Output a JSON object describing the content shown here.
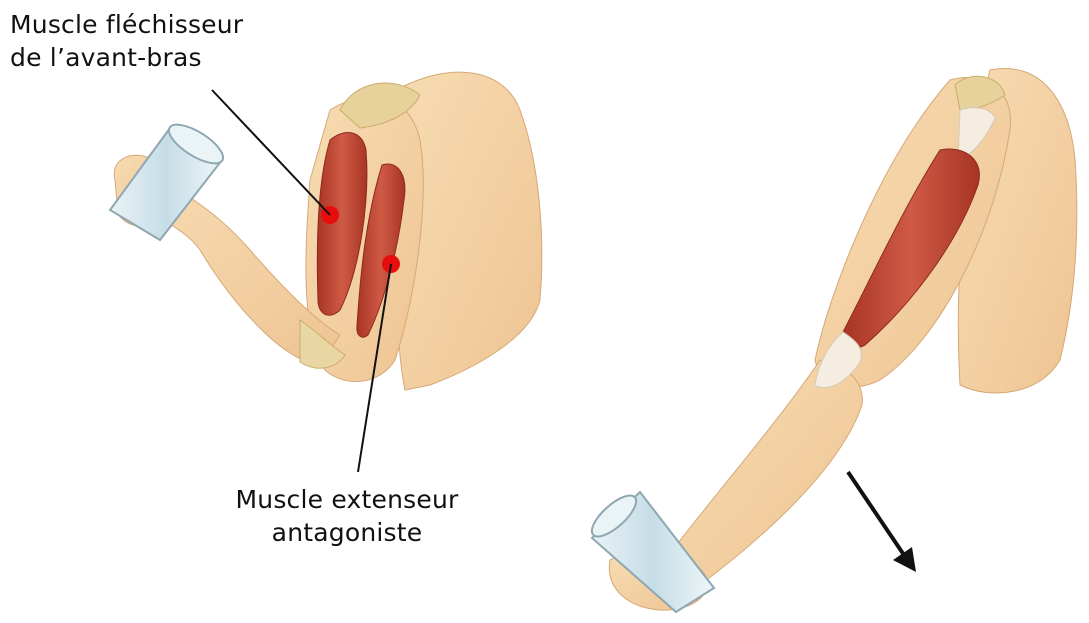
{
  "labels": {
    "flexor": [
      "Muscle fléchisseur",
      "de l’avant-bras"
    ],
    "extensor": [
      "Muscle extenseur",
      "antagoniste"
    ]
  },
  "colors": {
    "skin": "#f3d2a4",
    "skin_shadow": "#dcae7a",
    "muscle": "#c24a3a",
    "muscle_dark": "#9e2f24",
    "bone": "#e9d7a3",
    "tendon": "#f4ede0",
    "marker": "#e80d0d",
    "line": "#111111",
    "glass": "#cfe3ea"
  },
  "icons": [
    "glass-icon",
    "arrow-down-right-icon"
  ]
}
